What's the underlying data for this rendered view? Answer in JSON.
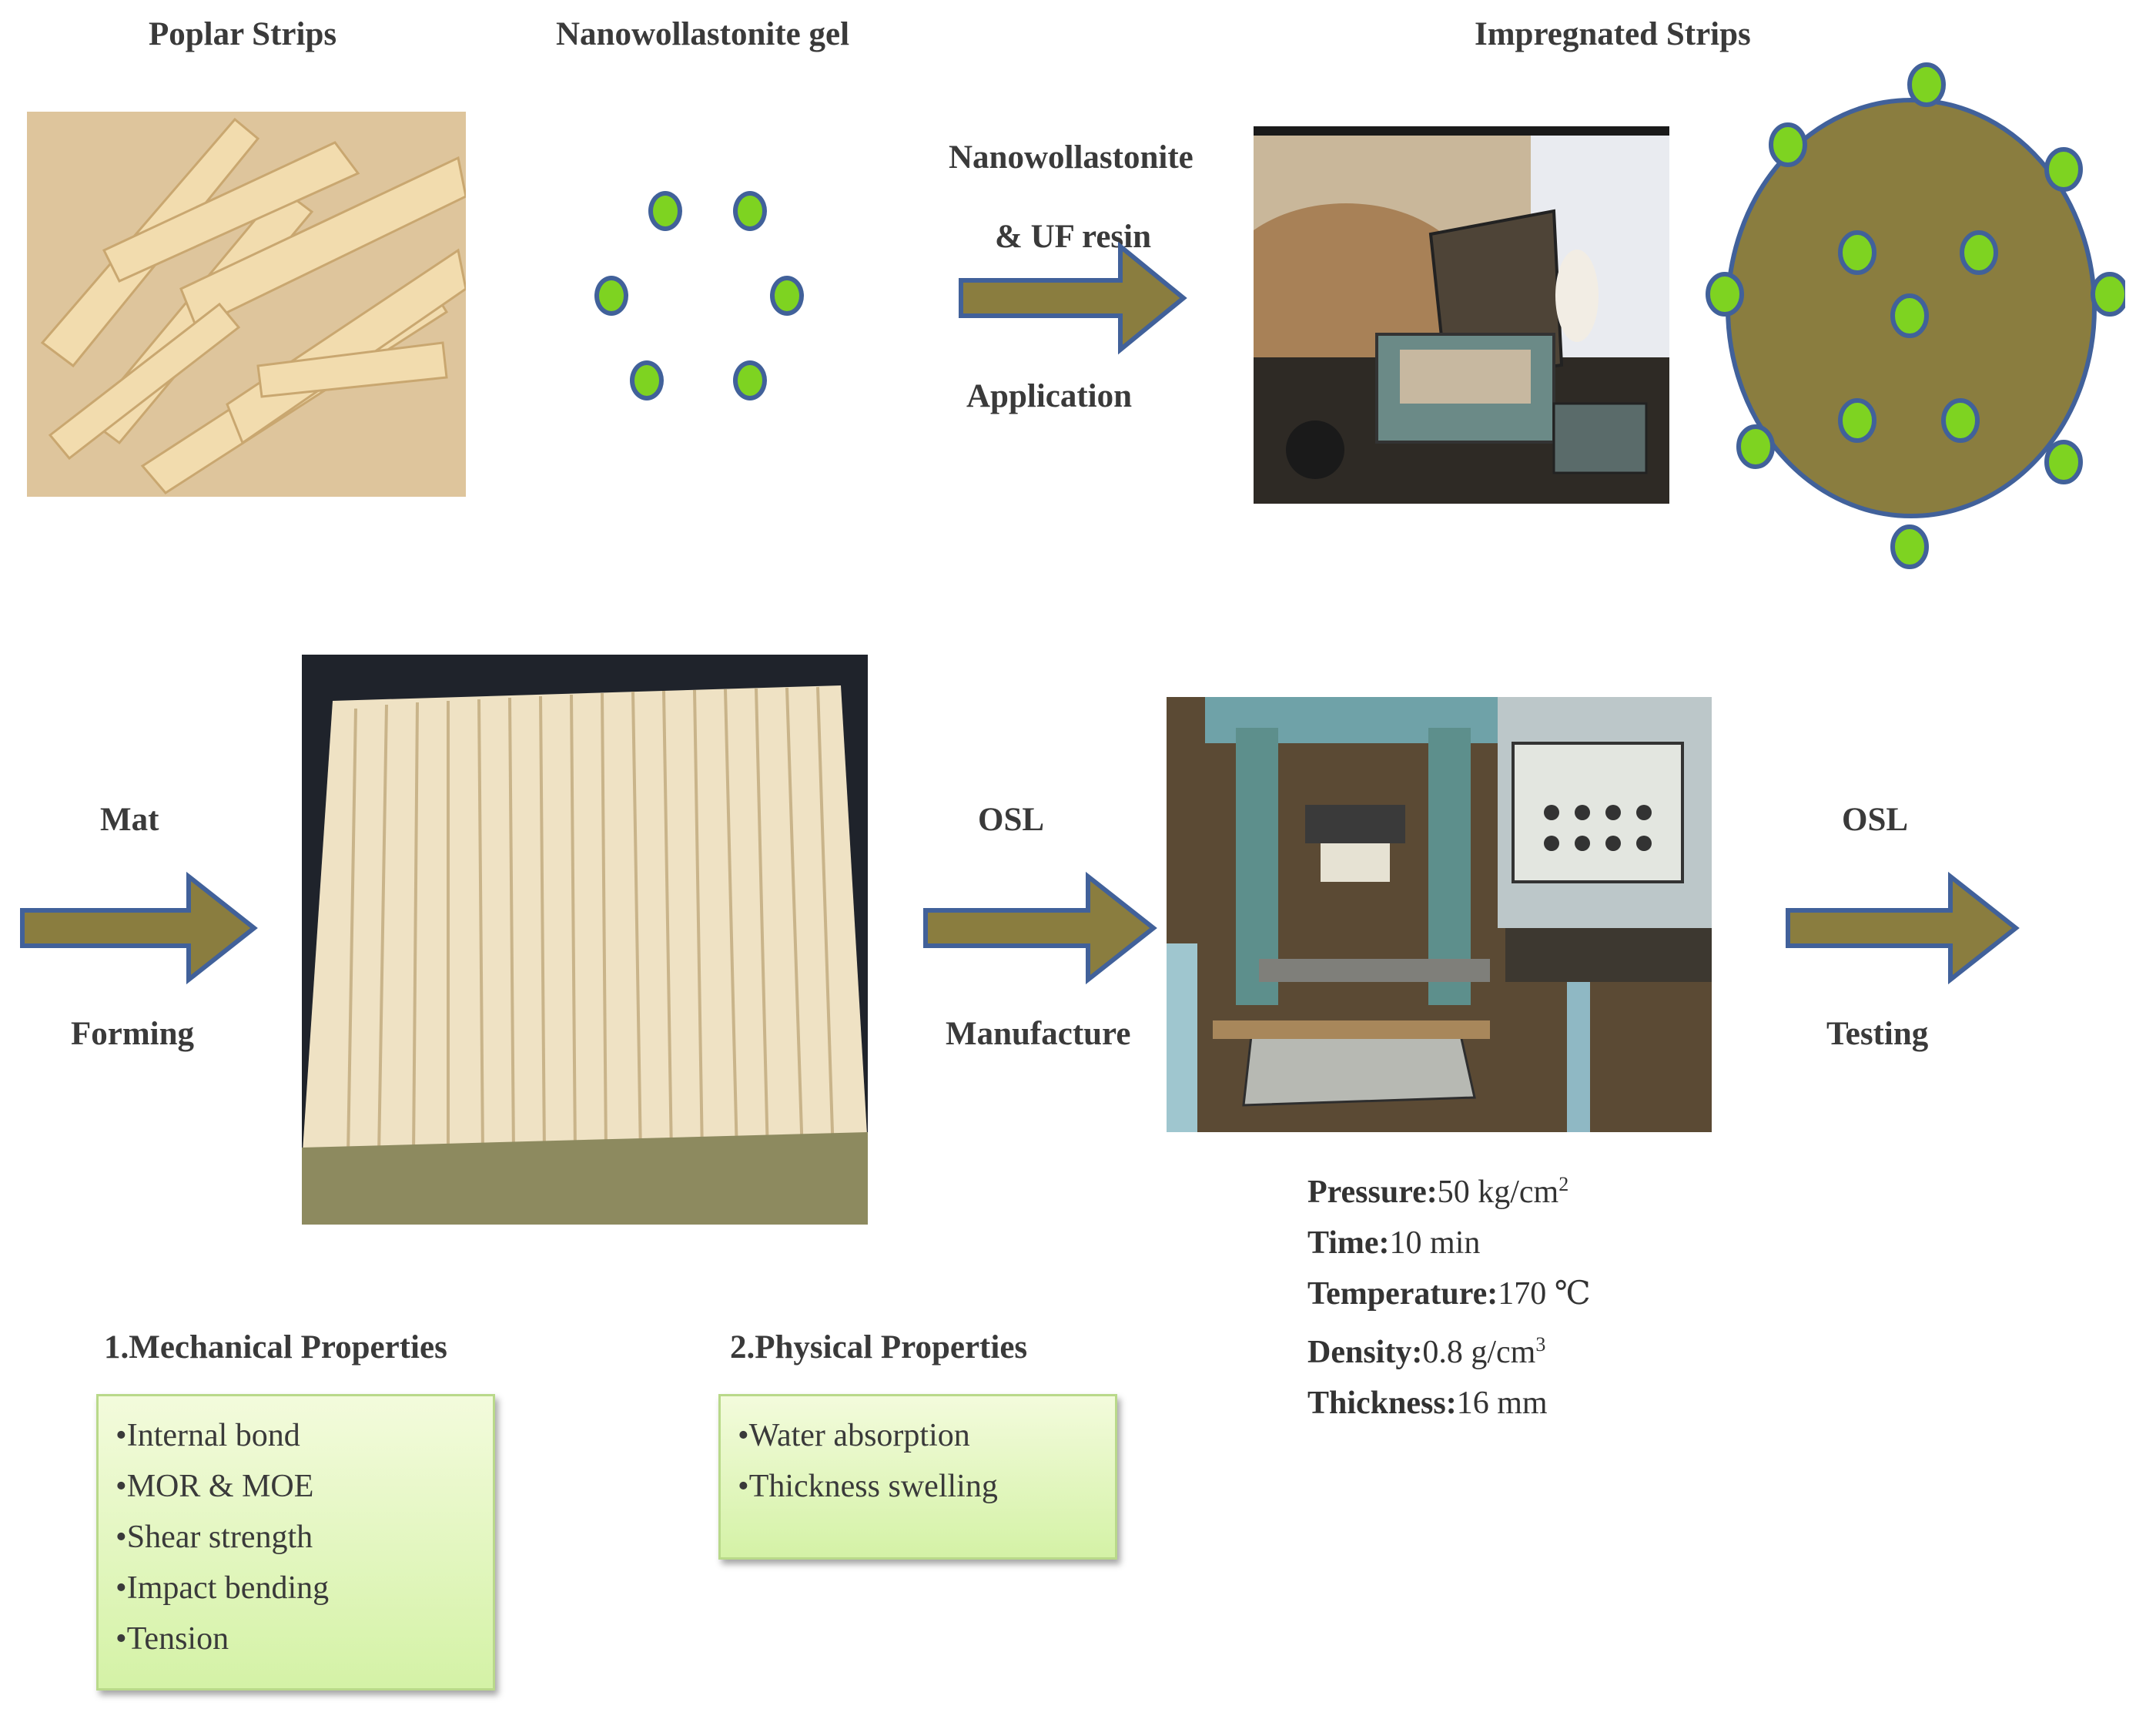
{
  "labels": {
    "poplar_strips": "Poplar Strips",
    "nano_gel": "Nanowollastonite gel",
    "impregnated_strips": "Impregnated Strips"
  },
  "steps": {
    "application": [
      "Nanowollastonite",
      "& UF resin",
      "Application"
    ],
    "mat_forming": [
      "Mat",
      "Forming"
    ],
    "osl_manufacture": [
      "OSL",
      "Manufacture"
    ],
    "osl_testing": [
      "OSL",
      "Testing"
    ]
  },
  "press_params": [
    {
      "name": "Pressure:",
      "value": "50 kg/cm",
      "sup": "2"
    },
    {
      "name": "Time:",
      "value": "10 min",
      "sup": ""
    },
    {
      "name": "Temperature:",
      "value": "170 ℃",
      "sup": ""
    },
    {
      "name": "Density:",
      "value": "0.8 g/cm",
      "sup": "3"
    },
    {
      "name": "Thickness:",
      "value": "16 mm",
      "sup": ""
    }
  ],
  "mechanical": {
    "title": "1.Mechanical Properties",
    "items": [
      "•Internal bond",
      "•MOR & MOE",
      "•Shear strength",
      "•Impact bending",
      "•Tension"
    ]
  },
  "physical": {
    "title": "2.Physical Properties",
    "items": [
      "•Water absorption",
      "•Thickness swelling"
    ]
  },
  "colors": {
    "arrow_fill": "#8a7d3f",
    "arrow_stroke": "#41619a",
    "particle_fill": "#7ed321",
    "particle_stroke": "#41619a",
    "strip_circle": "#8a7d3f"
  }
}
